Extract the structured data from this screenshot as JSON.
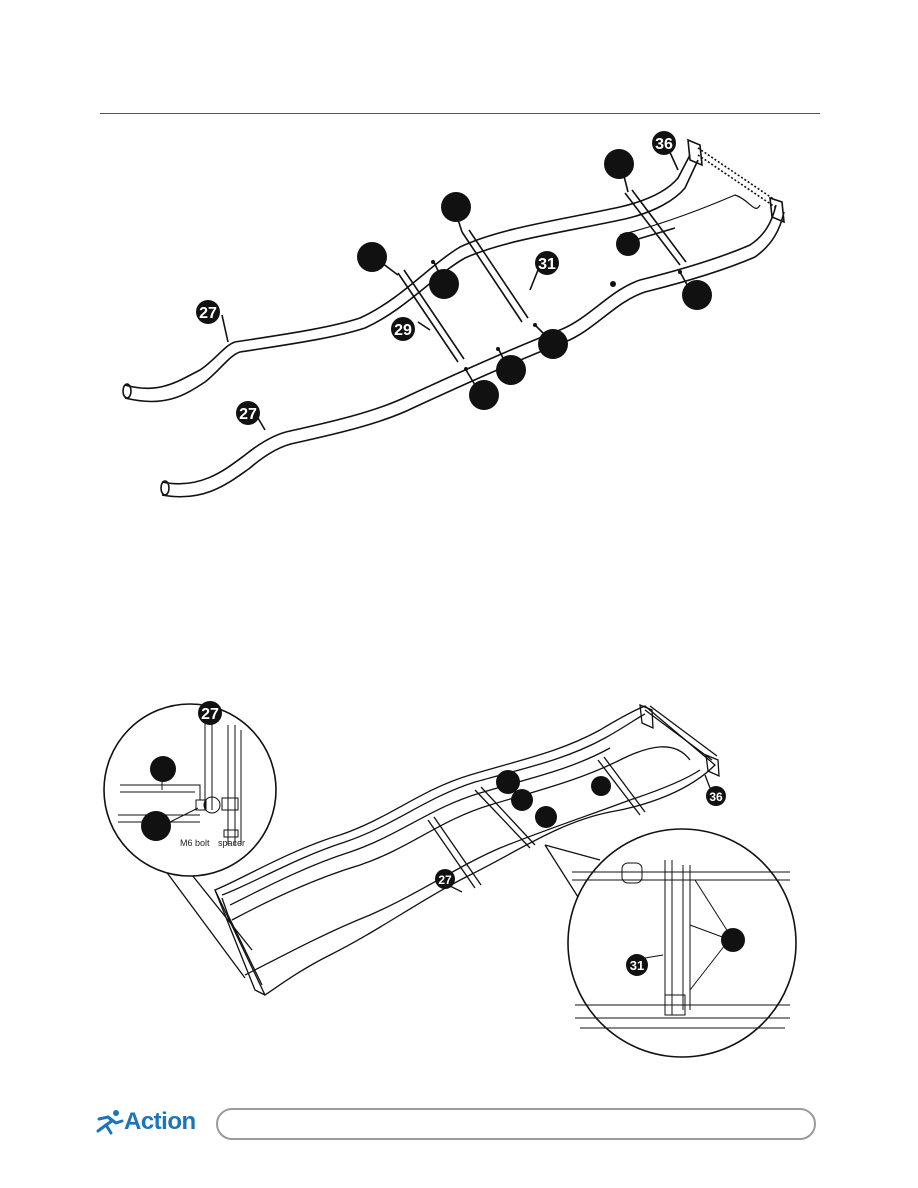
{
  "header": {
    "rule": true
  },
  "figure1": {
    "callouts": {
      "c36": "36",
      "c31": "31",
      "c29": "29",
      "c27a": "27",
      "c27b": "27"
    }
  },
  "figure2": {
    "callouts": {
      "c27": "27",
      "c36": "36"
    },
    "detail_left": {
      "callout27": "27",
      "bolt_label": "M6 bolt",
      "spacer_label": "spacer"
    },
    "detail_right": {
      "callout31": "31"
    }
  },
  "footer": {
    "brand": "Action"
  }
}
